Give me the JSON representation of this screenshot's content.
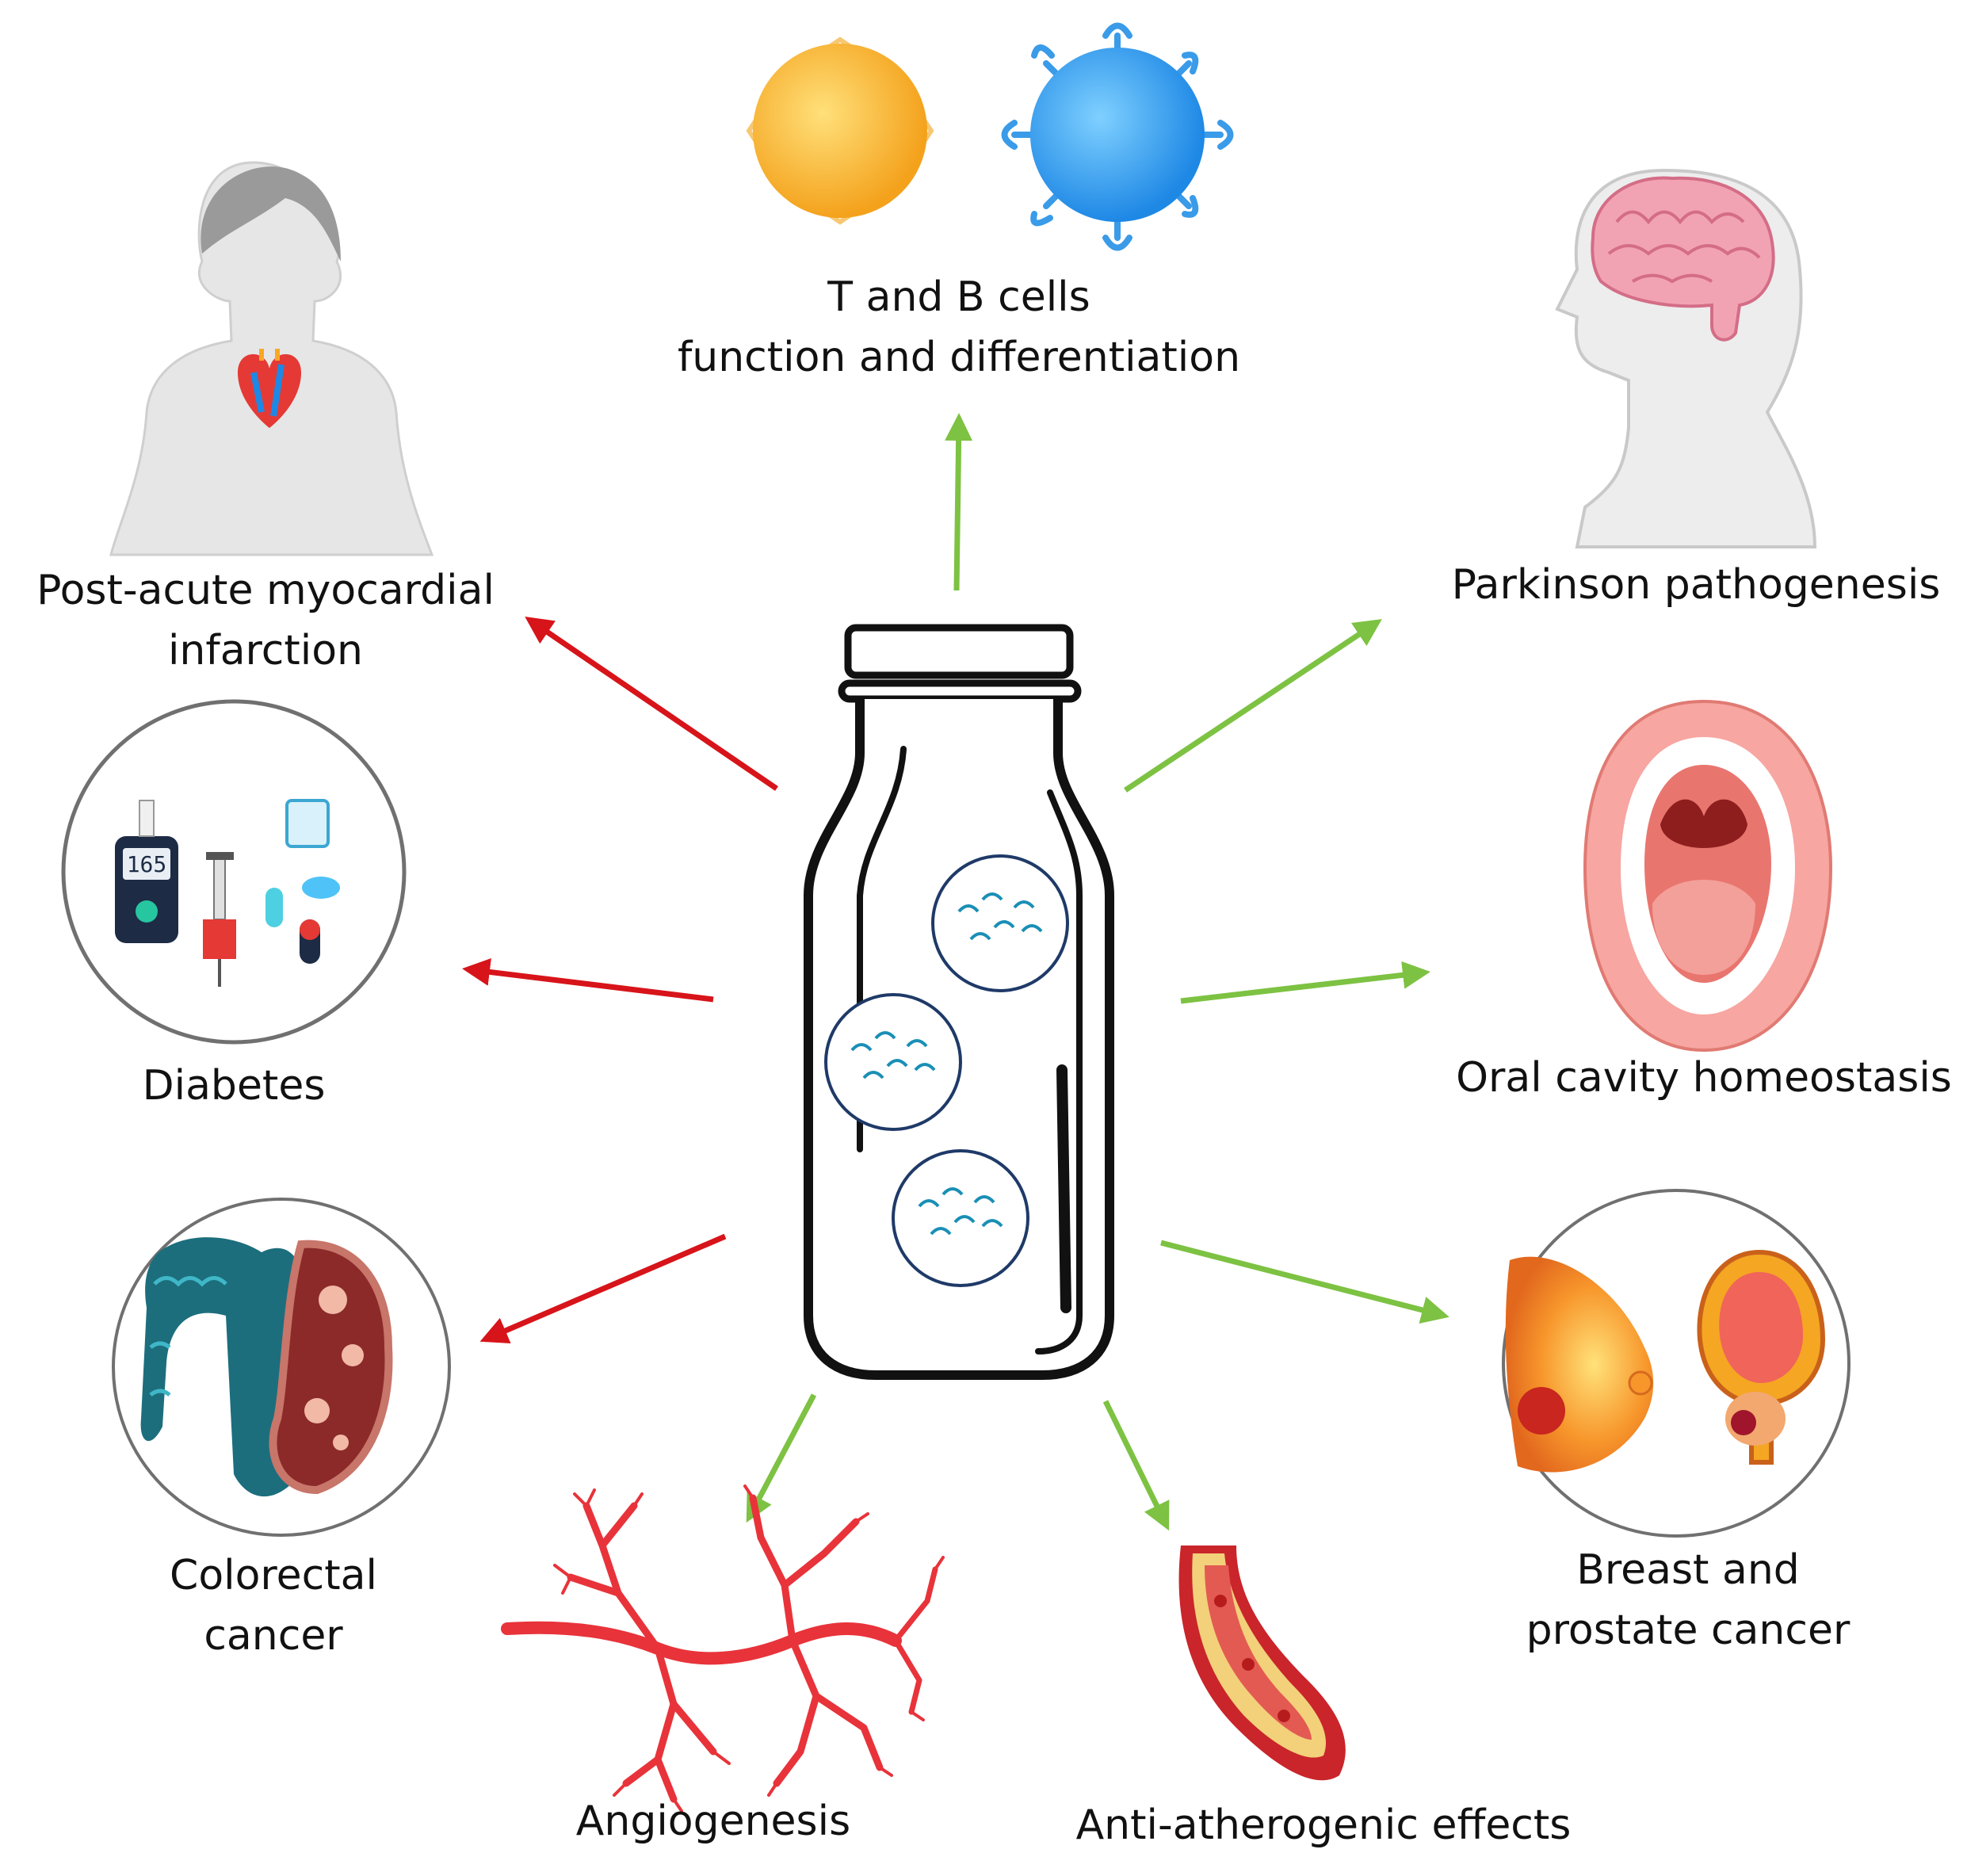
{
  "arrow_colors": {
    "promotes": "#7DC242",
    "inhibits": "#D7141A"
  },
  "center": {
    "icon": "milk-bottle-with-extracellular-vesicles-icon"
  },
  "nodes": {
    "tb_cells": {
      "line1": "T and B cells",
      "line2": "function and differentiation",
      "icon": "lymphocyte-cells-icon",
      "arrow": "promotes"
    },
    "myocardial": {
      "line1": "Post-acute  myocardial",
      "line2": "infarction",
      "icon": "female-torso-heart-icon",
      "arrow": "inhibits"
    },
    "parkinson": {
      "line1": "Parkinson pathogenesis",
      "icon": "head-brain-icon",
      "arrow": "promotes"
    },
    "diabetes": {
      "line1": "Diabetes",
      "icon": "glucose-meter-insulin-icon",
      "meter_value": "165",
      "arrow": "inhibits"
    },
    "oral": {
      "line1": "Oral cavity homeostasis",
      "icon": "open-mouth-icon",
      "arrow": "promotes"
    },
    "colorectal": {
      "line1": "Colorectal",
      "line2": "cancer",
      "icon": "colon-tumor-icon",
      "arrow": "inhibits"
    },
    "breast_prostate": {
      "line1": "Breast and",
      "line2": "prostate cancer",
      "icon": "breast-prostate-tumor-icon",
      "arrow": "promotes"
    },
    "angiogenesis": {
      "line1": "Angiogenesis",
      "icon": "blood-vessel-network-icon",
      "arrow": "promotes"
    },
    "atherogenic": {
      "line1": "Anti-atherogenic effects",
      "icon": "artery-plaque-icon",
      "arrow": "promotes"
    }
  }
}
